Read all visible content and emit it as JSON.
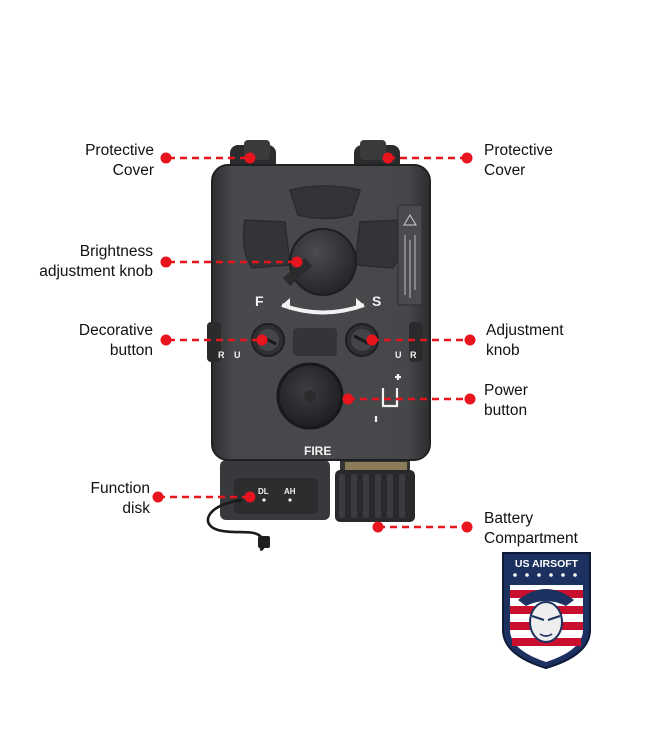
{
  "callouts": {
    "protective_cover_left": [
      "Protective",
      "Cover"
    ],
    "protective_cover_right": [
      "Protective",
      "Cover"
    ],
    "brightness_knob": [
      "Brightness",
      "adjustment knob"
    ],
    "decorative_button": [
      "Decorative",
      "button"
    ],
    "adjustment_knob": [
      "Adjustment",
      "knob"
    ],
    "power_button": [
      "Power",
      "button"
    ],
    "function_disk": [
      "Function",
      "disk"
    ],
    "battery_compartment": [
      "Battery",
      "Compartment"
    ]
  },
  "device_markings": {
    "f": "F",
    "s": "S",
    "r_left": "R",
    "u_left": "U",
    "u_right": "U",
    "r_right": "R",
    "fire": "FIRE",
    "dl": "DL",
    "ah": "AH"
  },
  "badge": {
    "text": "US AIRSOFT"
  },
  "colors": {
    "leader": "#e8141e",
    "device_body": "#3e3f42",
    "device_dark": "#2a2b2d",
    "badge_navy": "#1d3160",
    "badge_red": "#c8102e"
  }
}
